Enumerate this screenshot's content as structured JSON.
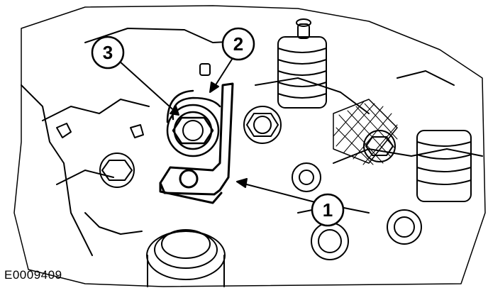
{
  "callouts": [
    {
      "id": "3",
      "label": "3"
    },
    {
      "id": "2",
      "label": "2"
    },
    {
      "id": "1",
      "label": "1"
    }
  ],
  "figure_code": "E0009409"
}
